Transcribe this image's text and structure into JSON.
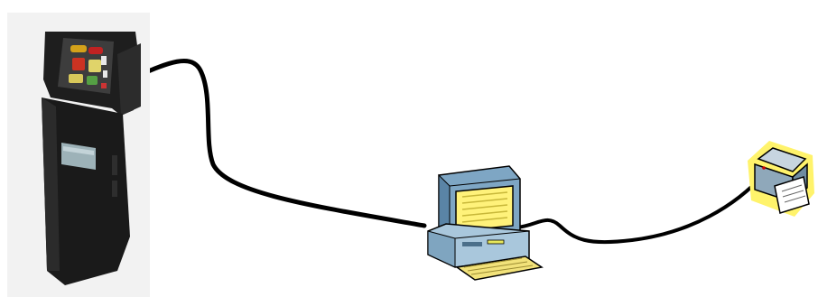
{
  "diagram": {
    "nodes": [
      {
        "id": "kiosk",
        "icon": "kiosk-terminal-icon"
      },
      {
        "id": "computer",
        "icon": "desktop-computer-icon"
      },
      {
        "id": "printer",
        "icon": "printer-icon"
      }
    ],
    "connections": [
      {
        "from": "kiosk",
        "to": "computer"
      },
      {
        "from": "computer",
        "to": "printer"
      }
    ]
  },
  "colors": {
    "background": "#ffffff",
    "cable": "#000000",
    "kiosk_body": "#1a1a1a",
    "monitor_screen": "#fff27a",
    "computer_case": "#a9c7dc",
    "printer_glow": "#fff36b"
  }
}
